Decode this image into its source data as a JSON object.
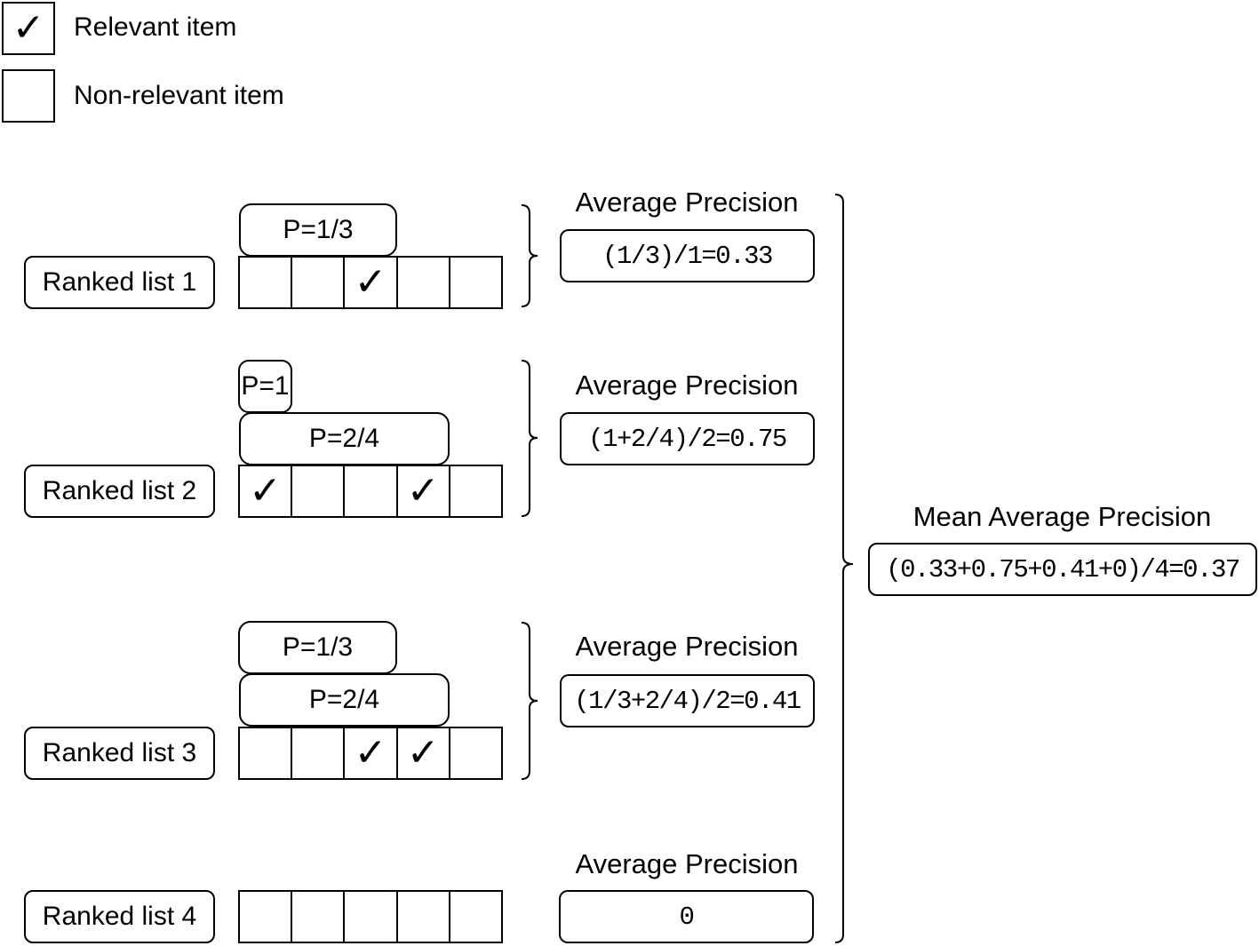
{
  "legend": {
    "relevant_label": "Relevant item",
    "nonrelevant_label": "Non-relevant item",
    "check_glyph": "✓"
  },
  "lists": [
    {
      "label": "Ranked list 1",
      "relevance": [
        false,
        false,
        true,
        false,
        false
      ],
      "precisions": [
        "P=1/3"
      ],
      "ap_title": "Average Precision",
      "ap_formula": "(1/3)/1=0.33"
    },
    {
      "label": "Ranked list 2",
      "relevance": [
        true,
        false,
        false,
        true,
        false
      ],
      "precisions": [
        "P=1",
        "P=2/4"
      ],
      "ap_title": "Average Precision",
      "ap_formula": "(1+2/4)/2=0.75"
    },
    {
      "label": "Ranked list 3",
      "relevance": [
        false,
        false,
        true,
        true,
        false
      ],
      "precisions": [
        "P=1/3",
        "P=2/4"
      ],
      "ap_title": "Average Precision",
      "ap_formula": "(1/3+2/4)/2=0.41"
    },
    {
      "label": "Ranked list 4",
      "relevance": [
        false,
        false,
        false,
        false,
        false
      ],
      "precisions": [],
      "ap_title": "Average Precision",
      "ap_formula": "0"
    }
  ],
  "map": {
    "title": "Mean Average Precision",
    "formula": "(0.33+0.75+0.41+0)/4=0.37"
  }
}
